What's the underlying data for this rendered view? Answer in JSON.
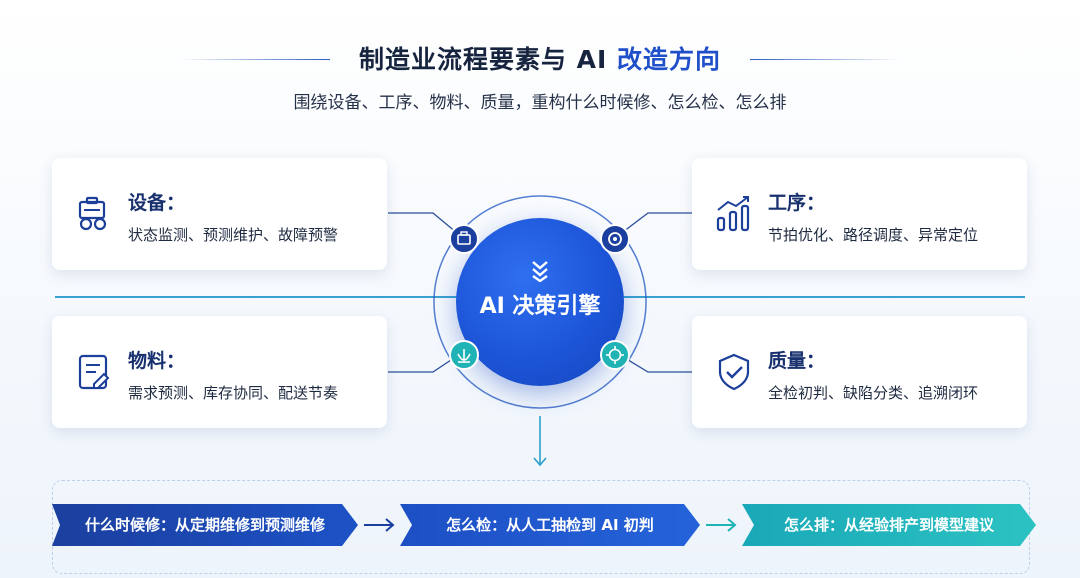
{
  "header": {
    "title_main": "制造业流程要素与 AI ",
    "title_accent": "改造方向",
    "subtitle": "围绕设备、工序、物料、质量，重构什么时候修、怎么检、怎么排"
  },
  "hub": {
    "label": "AI 决策引擎"
  },
  "cards": {
    "equipment": {
      "title": "设备：",
      "desc": "状态监测、预测维护、故障预警"
    },
    "process": {
      "title": "工序：",
      "desc": "节拍优化、路径调度、异常定位"
    },
    "material": {
      "title": "物料：",
      "desc": "需求预测、库存协同、配送节奏"
    },
    "quality": {
      "title": "质量：",
      "desc": "全检初判、缺陷分类、追溯闭环"
    }
  },
  "flow": {
    "step1": "什么时候修：从定期维修到预测维修",
    "step2": "怎么检：从人工抽检到 AI 初判",
    "step3": "怎么排：从经验排产到模型建议"
  },
  "colors": {
    "navy": "#1b3f9e",
    "blue": "#1d55d8",
    "teal": "#1fb3b5",
    "line": "#3aa0cf"
  }
}
